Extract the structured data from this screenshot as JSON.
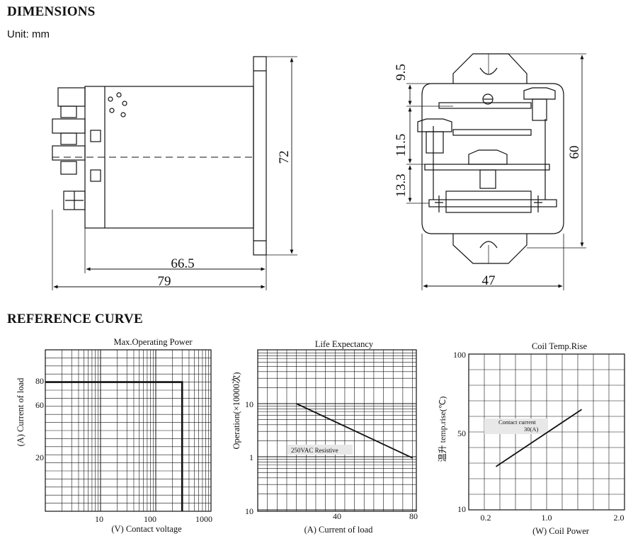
{
  "headings": {
    "dimensions": "DIMENSIONS",
    "unit": "Unit: mm",
    "reference_curve": "REFERENCE CURVE"
  },
  "side_view": {
    "dim_length_inner": "66.5",
    "dim_length_outer": "79",
    "dim_height": "72"
  },
  "front_view": {
    "dim_top": "9.5",
    "dim_mid": "11.5",
    "dim_low": "13.3",
    "dim_height": "60",
    "dim_width": "47"
  },
  "chart_data": [
    {
      "type": "line",
      "title": "Max.Operating  Power",
      "xlabel": "(V) Contact voltage",
      "ylabel": "(A) Current of load",
      "x_scale": "log",
      "x_ticks": [
        "10",
        "100",
        "1000"
      ],
      "y_ticks": [
        "80",
        "60",
        "20"
      ],
      "series": [
        {
          "x": [
            1,
            300,
            300
          ],
          "y": [
            80,
            80,
            0
          ]
        }
      ]
    },
    {
      "type": "line",
      "title": "Life Expectancy",
      "xlabel": "(A) Current of load",
      "ylabel": "Operation(×10000次)",
      "x_ticks": [
        "40",
        "80"
      ],
      "y_ticks": [
        "10",
        "1",
        "10"
      ],
      "annotation": "250VAC Resistive",
      "series": [
        {
          "x": [
            20,
            80
          ],
          "y": [
            10,
            0.95
          ]
        }
      ]
    },
    {
      "type": "line",
      "title": "Coil Temp.Rise",
      "xlabel": "(W) Coil Power",
      "ylabel": "温升 temp.rise(℃)",
      "x_ticks": [
        "0.2",
        "1.0",
        "2.0"
      ],
      "y_ticks": [
        "100",
        "50",
        "10"
      ],
      "annotation_line1": "Contact current",
      "annotation_line2": "30(A)",
      "series": [
        {
          "x": [
            0.4,
            1.5
          ],
          "y": [
            35,
            68
          ]
        }
      ]
    }
  ]
}
